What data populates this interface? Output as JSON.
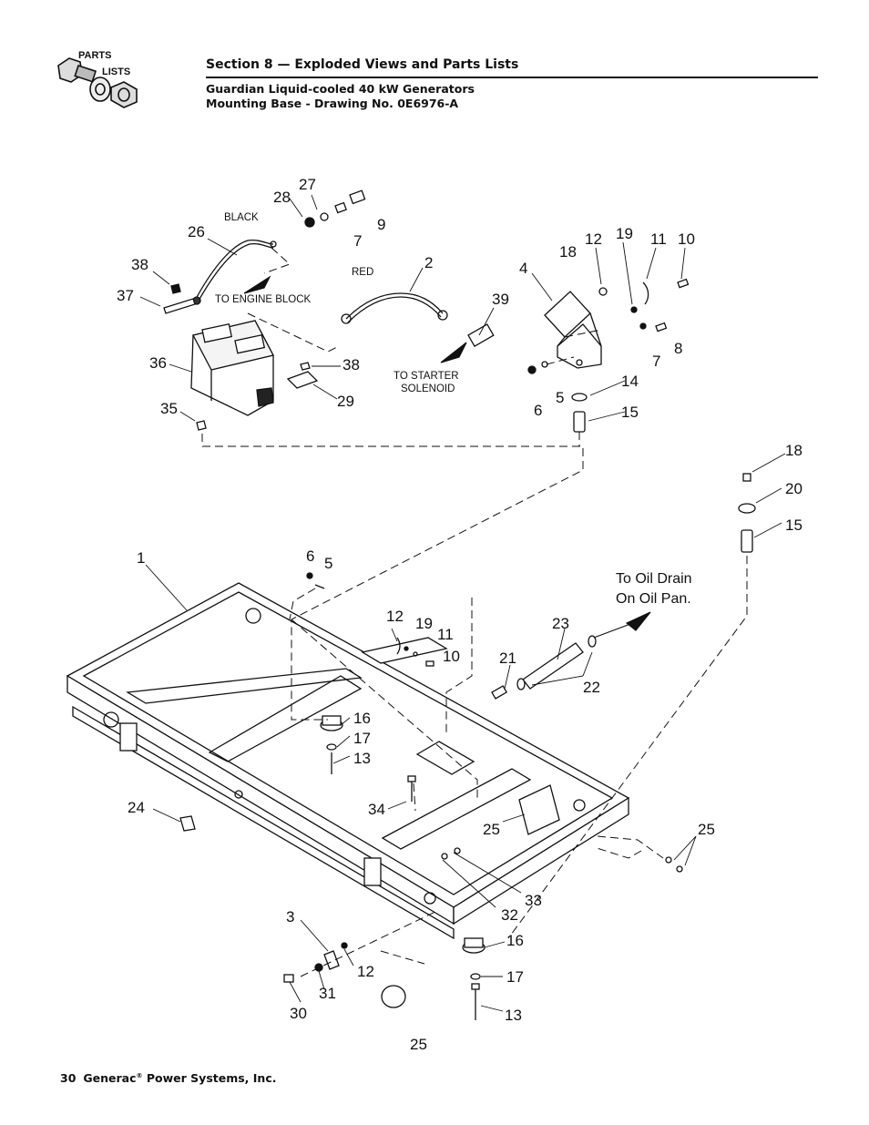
{
  "logo": {
    "line1": "PARTS",
    "line2": "LISTS"
  },
  "header": {
    "section_title": "Section 8 — Exploded Views and Parts Lists",
    "subtitle_line1": "Guardian Liquid-cooled 40 kW Generators",
    "subtitle_line2": "Mounting Base - Drawing No. 0E6976-A"
  },
  "labels": {
    "black": "BLACK",
    "to_engine_block": "TO ENGINE BLOCK",
    "red": "RED",
    "to_starter": "TO STARTER",
    "solenoid": "SOLENOID",
    "to_oil_drain": "To Oil Drain",
    "on_oil_pan": "On Oil Pan."
  },
  "callouts": {
    "c1": "1",
    "c2": "2",
    "c3": "3",
    "c4": "4",
    "c5a": "5",
    "c5b": "5",
    "c6a": "6",
    "c6b": "6",
    "c7a": "7",
    "c7b": "7",
    "c8": "8",
    "c9": "9",
    "c10a": "10",
    "c10b": "10",
    "c11a": "11",
    "c11b": "11",
    "c12a": "12",
    "c12b": "12",
    "c12c": "12",
    "c13a": "13",
    "c13b": "13",
    "c14": "14",
    "c15a": "15",
    "c15b": "15",
    "c16a": "16",
    "c16b": "16",
    "c17a": "17",
    "c17b": "17",
    "c18a": "18",
    "c18b": "18",
    "c19a": "19",
    "c19b": "19",
    "c20": "20",
    "c21": "21",
    "c22": "22",
    "c23": "23",
    "c24": "24",
    "c25a": "25",
    "c25b": "25",
    "c25c": "25",
    "c26": "26",
    "c27": "27",
    "c28": "28",
    "c29": "29",
    "c30": "30",
    "c31": "31",
    "c32": "32",
    "c33": "33",
    "c34": "34",
    "c35": "35",
    "c36": "36",
    "c37": "37",
    "c38a": "38",
    "c38b": "38",
    "c39": "39"
  },
  "footer": {
    "page_number": "30",
    "company": "Generac",
    "reg": "®",
    "suffix": " Power Systems, Inc."
  }
}
